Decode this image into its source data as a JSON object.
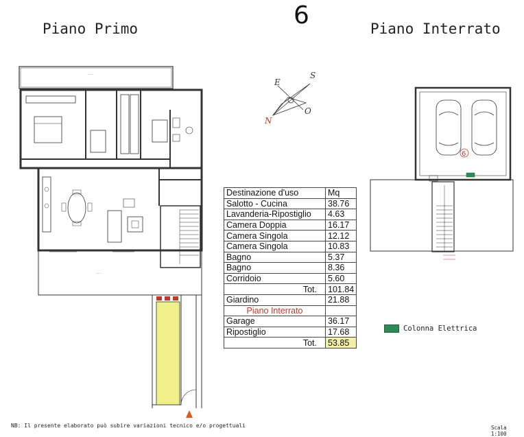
{
  "unit_number": "6",
  "plans": {
    "upper": {
      "title": "Piano Primo"
    },
    "basement": {
      "title": "Piano Interrato",
      "marker": "6"
    }
  },
  "compass": {
    "labels": [
      "E",
      "S",
      "O",
      "N"
    ]
  },
  "area_table": {
    "header": {
      "room": "Destinazione d'uso",
      "mq": "Mq"
    },
    "rows": [
      {
        "room": "Salotto - Cucina",
        "mq": "38.76"
      },
      {
        "room": "Lavanderia-Ripostiglio",
        "mq": "4.63"
      },
      {
        "room": "Camera Doppia",
        "mq": "16.17"
      },
      {
        "room": "Camera Singola",
        "mq": "12.12"
      },
      {
        "room": "Camera Singola",
        "mq": "10.83"
      },
      {
        "room": "Bagno",
        "mq": "5.37"
      },
      {
        "room": "Bagno",
        "mq": "8.36"
      },
      {
        "room": "Corridoio",
        "mq": "5.60"
      }
    ],
    "subtotal": {
      "label": "Tot.",
      "mq": "101.84"
    },
    "garden": {
      "room": "Giardino",
      "mq": "21.88"
    },
    "section_title": "Piano Interrato",
    "basement_rows": [
      {
        "room": "Garage",
        "mq": "36.17"
      },
      {
        "room": "Ripostiglio",
        "mq": "17.68"
      }
    ],
    "total": {
      "label": "Tot.",
      "mq": "53.85"
    }
  },
  "legend": {
    "label": "Colonna Elettrica",
    "color": "#2e8b57"
  },
  "note": "NB: Il presente elaborato può subire variazioni tecnico e/o progettuali",
  "scale": "Scala 1:100",
  "colors": {
    "walls": "#333333",
    "garden_path": "#f0f08a",
    "marker": "#e05a1e"
  }
}
